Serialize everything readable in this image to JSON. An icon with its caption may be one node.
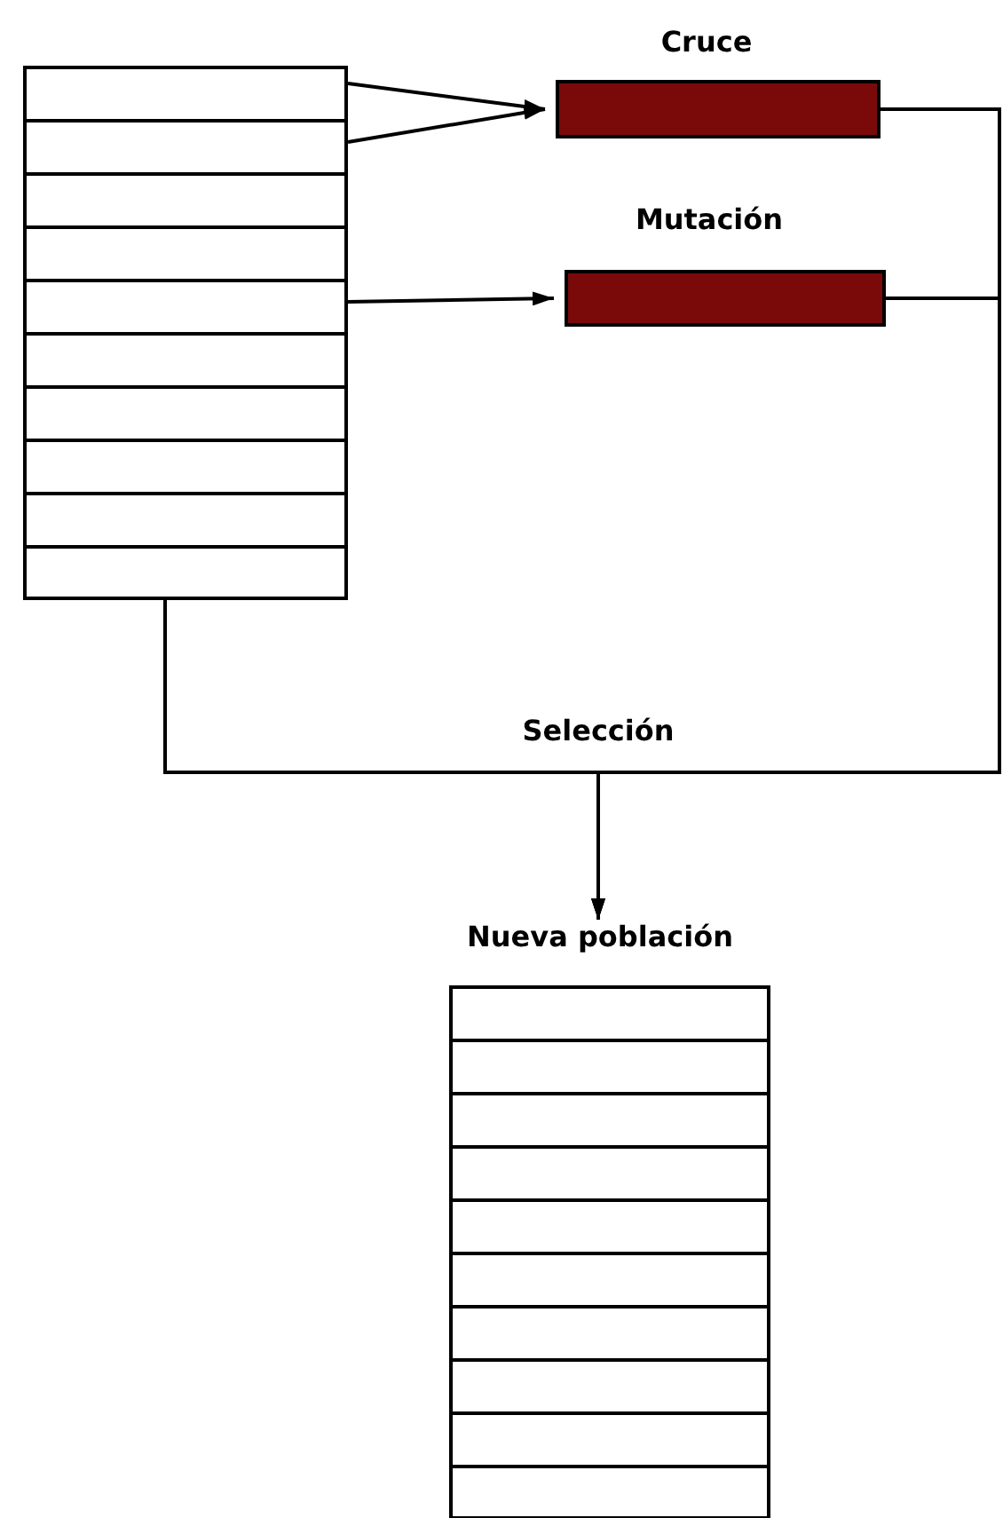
{
  "diagram": {
    "nodes": [
      {
        "text": [],
        "shape": "box"
      },
      {
        "text": [
          "Cruce"
        ]
      },
      {
        "text": [
          "Mutación"
        ]
      },
      {
        "text": [
          "Nueva población"
        ]
      }
    ],
    "edges": [
      {
        "from": 0,
        "to": 1,
        "arrow": "to"
      },
      {
        "from": 0,
        "to": 1,
        "arrow": "to"
      },
      {
        "from": 0,
        "to": 2,
        "arrow": "to"
      },
      {
        "from": 0,
        "to": 3,
        "arrow": "to",
        "label": "Selección"
      },
      {
        "from": 1,
        "to": 3,
        "arrow": "to"
      },
      {
        "from": 2,
        "to": 3,
        "arrow": "to"
      }
    ]
  }
}
